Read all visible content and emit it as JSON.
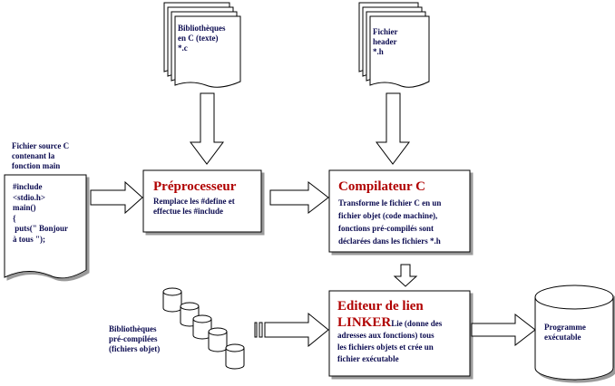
{
  "doc_libs_c": {
    "line1": "Bibliothèques",
    "line2": "en C (texte)",
    "line3": "*.c"
  },
  "doc_headers": {
    "line1": "Fichier",
    "line2": "header",
    "line3": "*.h"
  },
  "source_label": {
    "line1": "Fichier source C",
    "line2": "contenant la",
    "line3": "fonction main"
  },
  "source_code": {
    "l1": "#include",
    "l2": "<stdio.h>",
    "l3": "main()",
    "l4": "{",
    "l5": " puts(\" Bonjour",
    "l6": "à tous \");"
  },
  "preprocessor": {
    "title": "Préprocesseur",
    "desc": "Remplace les #define et\neffectue les #include"
  },
  "compiler": {
    "title": "Compilateur C",
    "desc": "Transforme le fichier C en un\nfichier objet (code machine),\nfonctions pré-compilés sont\ndéclarées dans les fichiers *.h"
  },
  "linker": {
    "title1": "Editeur de lien",
    "title2": "LINKER",
    "desc_inline": "Lie (donne des",
    "desc": "adresses aux fonctions) tous\nles fichiers objets et crée un\nfichier exécutable"
  },
  "precompiled_libs": {
    "line1": "Bibliothèques",
    "line2": "pré-compilées",
    "line3": "(fichiers objet)"
  },
  "program": {
    "line1": "Programme",
    "line2": "exécutable"
  },
  "colors": {
    "text": "#0b0b50",
    "title": "#b00000",
    "stroke": "#000000"
  }
}
